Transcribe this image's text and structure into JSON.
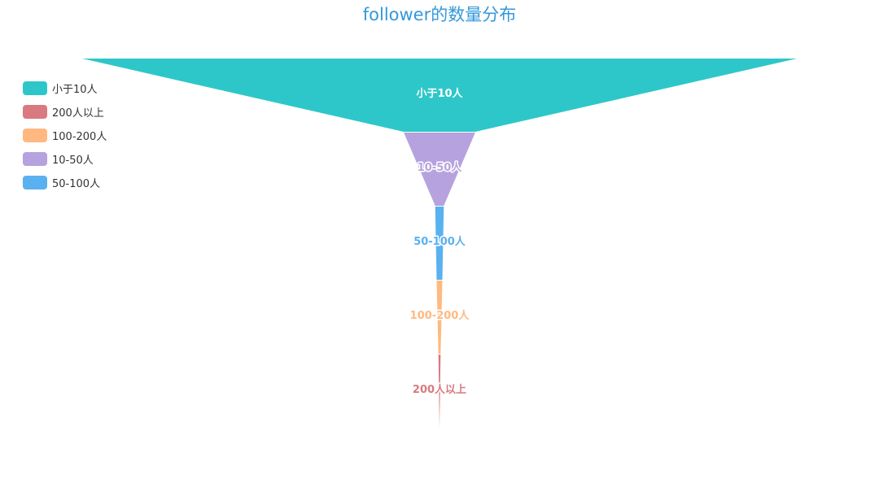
{
  "chart_data": {
    "type": "funnel",
    "title": "follower的数量分布",
    "sort": "descending",
    "categories": [
      "小于10人",
      "10-50人",
      "50-100人",
      "100-200人",
      "200人以上"
    ],
    "values": [
      100,
      10,
      1.2,
      0.8,
      0.3
    ],
    "colors": {
      "小于10人": "#2ec7c9",
      "10-50人": "#b6a2de",
      "50-100人": "#5ab1ef",
      "100-200人": "#ffb980",
      "200人以上": "#d87a80"
    },
    "legend": {
      "position": "top-left",
      "items": [
        "小于10人",
        "200人以上",
        "100-200人",
        "10-50人",
        "50-100人"
      ]
    }
  }
}
